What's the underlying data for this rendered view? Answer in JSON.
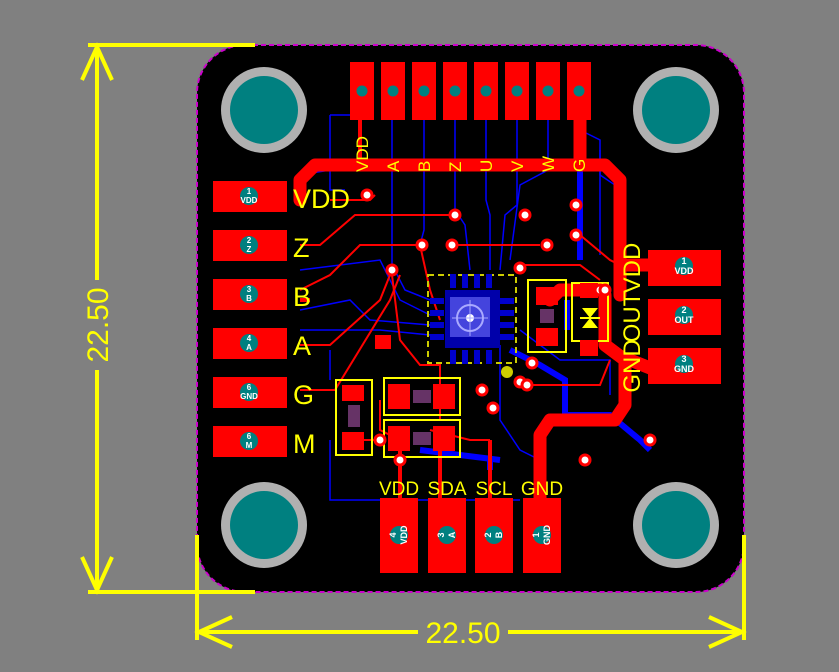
{
  "dimensions": {
    "width_label": "22.50",
    "height_label": "22.50"
  },
  "top_header": {
    "pin_labels": [
      "VDD",
      "A",
      "B",
      "Z",
      "U",
      "V",
      "W",
      "G"
    ]
  },
  "left_connector": {
    "pads": [
      {
        "num": "1",
        "name": "VDD",
        "label": "VDD"
      },
      {
        "num": "2",
        "name": "Z",
        "label": "Z"
      },
      {
        "num": "3",
        "name": "B",
        "label": "B"
      },
      {
        "num": "4",
        "name": "A",
        "label": "A"
      },
      {
        "num": "6",
        "name": "GND",
        "label": "G"
      },
      {
        "num": "6",
        "name": "M",
        "label": "M"
      }
    ]
  },
  "right_connector": {
    "pads": [
      {
        "num": "1",
        "name": "VDD",
        "label": "VDD"
      },
      {
        "num": "2",
        "name": "OUT",
        "label": "OUT"
      },
      {
        "num": "3",
        "name": "GND",
        "label": "GND"
      }
    ]
  },
  "bottom_connector": {
    "pads": [
      {
        "num": "4",
        "name": "VDD",
        "label": "VDD"
      },
      {
        "num": "3",
        "name": "A",
        "label": "SDA"
      },
      {
        "num": "2",
        "name": "B",
        "label": "SCL"
      },
      {
        "num": "1",
        "name": "GND",
        "label": "GND"
      }
    ]
  },
  "colors": {
    "background": "#808080",
    "board": "#000000",
    "copper_top": "#ff0000",
    "copper_bottom": "#0000ff",
    "silkscreen": "#ffff00",
    "outline": "#cc00cc",
    "mounting_ring": "#b0b0b0",
    "mounting_pad": "#008080"
  }
}
